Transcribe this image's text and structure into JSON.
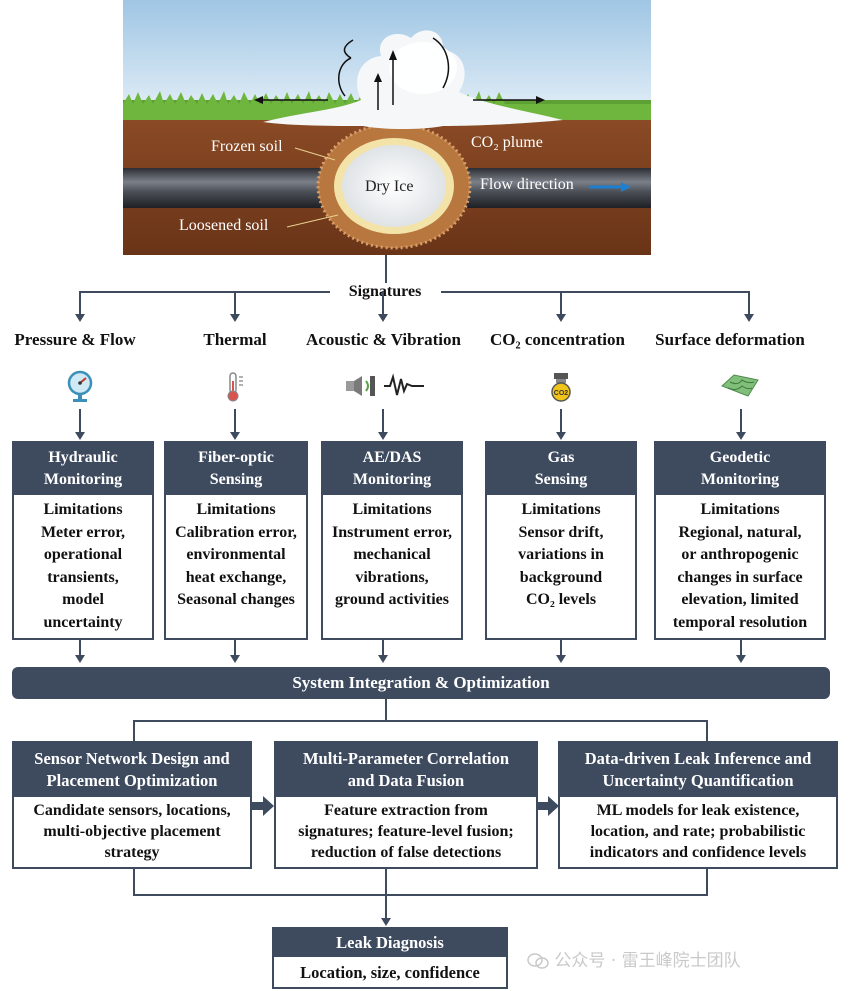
{
  "illustration": {
    "frozen_soil": "Frozen soil",
    "co2_plume": "CO₂ plume",
    "dry_ice": "Dry Ice",
    "flow_direction": "Flow direction",
    "loosened_soil": "Loosened soil"
  },
  "signatures_label": "Signatures",
  "categories": [
    {
      "label": "Pressure & Flow",
      "icon": "pressure-gauge-icon"
    },
    {
      "label": "Thermal",
      "icon": "thermometer-icon"
    },
    {
      "label": "Acoustic & Vibration",
      "icon": "acoustic-wave-icon"
    },
    {
      "label": "CO₂ concentration",
      "icon": "co2-sensor-icon"
    },
    {
      "label": "Surface deformation",
      "icon": "terrain-map-icon"
    }
  ],
  "methods": [
    {
      "title_1": "Hydraulic",
      "title_2": "Monitoring",
      "limits_title": "Limitations",
      "limits": [
        "Meter error,",
        "operational",
        "transients,",
        "model",
        "uncertainty"
      ]
    },
    {
      "title_1": "Fiber-optic",
      "title_2": "Sensing",
      "limits_title": "Limitations",
      "limits": [
        "Calibration error,",
        "environmental",
        "heat exchange,",
        "Seasonal changes"
      ]
    },
    {
      "title_1": "AE/DAS",
      "title_2": "Monitoring",
      "limits_title": "Limitations",
      "limits": [
        "Instrument error,",
        "mechanical",
        "vibrations,",
        "ground activities"
      ]
    },
    {
      "title_1": "Gas",
      "title_2": "Sensing",
      "limits_title": "Limitations",
      "limits": [
        "Sensor drift,",
        "variations in",
        "background",
        "CO₂ levels"
      ]
    },
    {
      "title_1": "Geodetic",
      "title_2": "Monitoring",
      "limits_title": "Limitations",
      "limits": [
        "Regional, natural,",
        "or anthropogenic",
        "changes in surface",
        "elevation, limited",
        "temporal resolution"
      ]
    }
  ],
  "integration_label": "System Integration & Optimization",
  "stages": [
    {
      "title_1": "Sensor Network Design and",
      "title_2": "Placement Optimization",
      "body": [
        "Candidate sensors, locations,",
        "multi-objective placement",
        "strategy"
      ]
    },
    {
      "title_1": "Multi-Parameter Correlation",
      "title_2": "and Data Fusion",
      "body": [
        "Feature extraction from",
        "signatures; feature-level fusion;",
        "reduction of false detections"
      ]
    },
    {
      "title_1": "Data-driven Leak Inference and",
      "title_2": "Uncertainty Quantification",
      "body": [
        "ML models for leak existence,",
        "location, and rate; probabilistic",
        "indicators and confidence levels"
      ]
    }
  ],
  "diagnosis": {
    "title": "Leak Diagnosis",
    "body": "Location, size, confidence"
  },
  "watermark": "公众号 · 雷王峰院士团队",
  "colors": {
    "box_header": "#3e4b5f",
    "connector": "#3e4b5f",
    "flow_arrow": "#1e7fd0"
  }
}
